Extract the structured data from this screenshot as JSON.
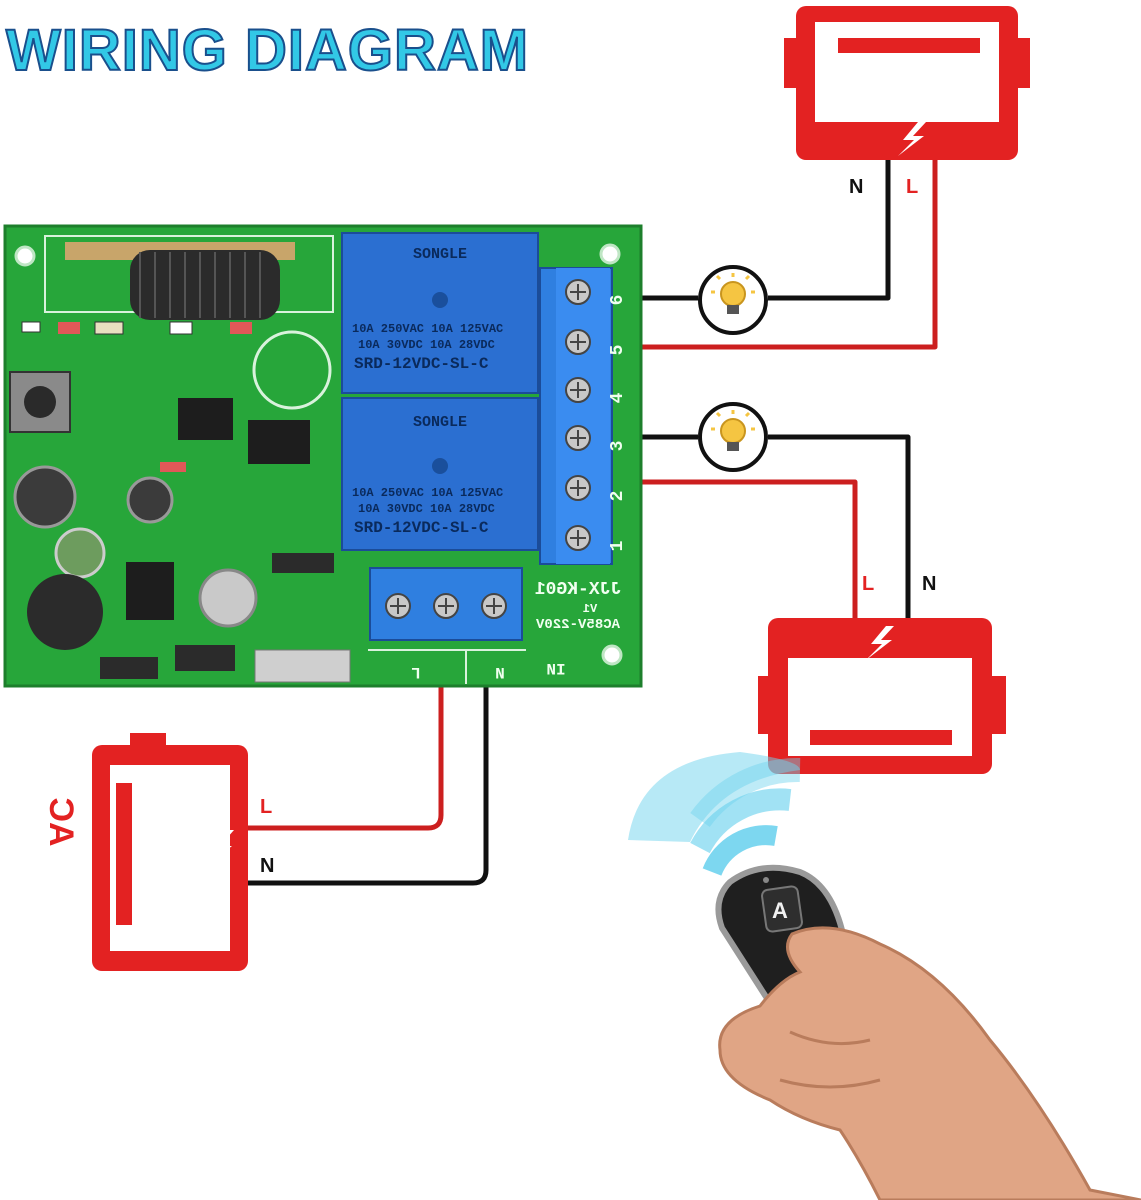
{
  "title": "WIRING DIAGRAM",
  "colors": {
    "title_fill": "#32c8e6",
    "title_stroke": "#1a4f8c",
    "red": "#e32222",
    "wire_black": "#111111",
    "wire_red": "#cc1f1f",
    "pcb_green": "#27a63a",
    "relay_blue": "#2b6fd1",
    "terminal_blue": "#2f7fe0",
    "bulb": "#f5c542",
    "wifi": "#6fd3ee"
  },
  "load_top": {
    "icon": "appliance-icon",
    "label_n": "N",
    "label_l": "L"
  },
  "load_bottom": {
    "icon": "appliance-icon",
    "label_l": "L",
    "label_n": "N"
  },
  "ac_source": {
    "label": "AC",
    "label_l": "L",
    "label_n": "N",
    "icon": "battery-icon"
  },
  "board": {
    "model": "JJX-KG01",
    "version": "V1",
    "voltage": "AC85V-220V",
    "relay1": {
      "brand": "SONGLE",
      "rating1": "10A 250VAC  10A 125VAC",
      "rating2": "10A 30VDC  10A 28VDC",
      "model": "SRD-12VDC-SL-C"
    },
    "relay2": {
      "brand": "SONGLE",
      "rating1": "10A 250VAC  10A 125VAC",
      "rating2": "10A 30VDC  10A 28VDC",
      "model": "SRD-12VDC-SL-C"
    },
    "terminal_numbers": [
      "6",
      "5",
      "4",
      "3",
      "2",
      "1"
    ],
    "input_label": "IN",
    "input_l": "L",
    "input_n": "N"
  },
  "remote": {
    "button_label": "A",
    "icon": "remote-control-icon",
    "signal_icon": "wireless-signal-icon"
  },
  "bulbs": [
    "light-bulb-icon",
    "light-bulb-icon"
  ]
}
